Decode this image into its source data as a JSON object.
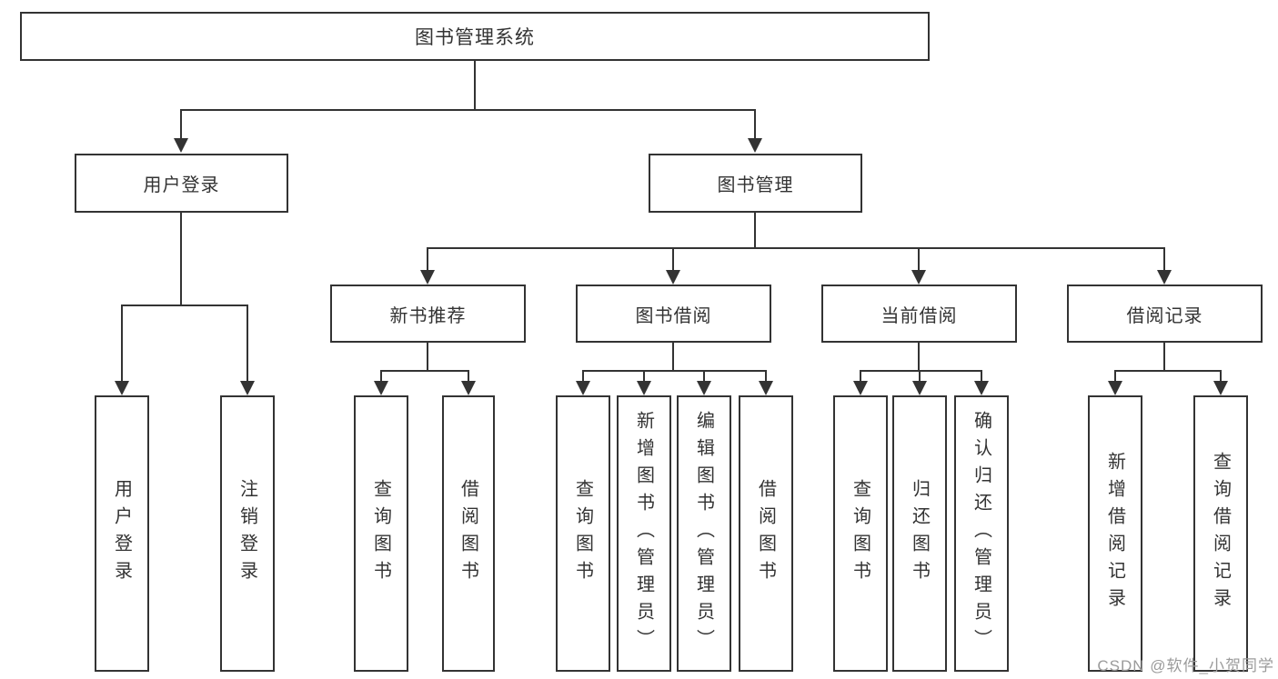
{
  "diagram_title": "图书管理系统",
  "nodes": {
    "root": {
      "label": "图书管理系统"
    },
    "level2": [
      {
        "label": "用户登录",
        "parent": "图书管理系统"
      },
      {
        "label": "图书管理",
        "parent": "图书管理系统"
      }
    ],
    "level3": [
      {
        "label": "新书推荐",
        "parent": "图书管理"
      },
      {
        "label": "图书借阅",
        "parent": "图书管理"
      },
      {
        "label": "当前借阅",
        "parent": "图书管理"
      },
      {
        "label": "借阅记录",
        "parent": "图书管理"
      }
    ],
    "leaves": [
      {
        "label": "用户登录",
        "parent": "用户登录"
      },
      {
        "label": "注销登录",
        "parent": "用户登录"
      },
      {
        "label": "查询图书",
        "parent": "新书推荐"
      },
      {
        "label": "借阅图书",
        "parent": "新书推荐"
      },
      {
        "label": "查询图书",
        "parent": "图书借阅"
      },
      {
        "label": "新增图书（管理员）",
        "parent": "图书借阅"
      },
      {
        "label": "编辑图书（管理员）",
        "parent": "图书借阅"
      },
      {
        "label": "借阅图书",
        "parent": "图书借阅"
      },
      {
        "label": "查询图书",
        "parent": "当前借阅"
      },
      {
        "label": "归还图书",
        "parent": "当前借阅"
      },
      {
        "label": "确认归还（管理员）",
        "parent": "当前借阅"
      },
      {
        "label": "新增借阅记录",
        "parent": "借阅记录"
      },
      {
        "label": "查询借阅记录",
        "parent": "借阅记录"
      }
    ]
  },
  "watermark": "CSDN @软件_小贺同学",
  "colors": {
    "line": "#333333",
    "text": "#333333",
    "watermark": "#9b9b9b",
    "background": "#ffffff"
  }
}
